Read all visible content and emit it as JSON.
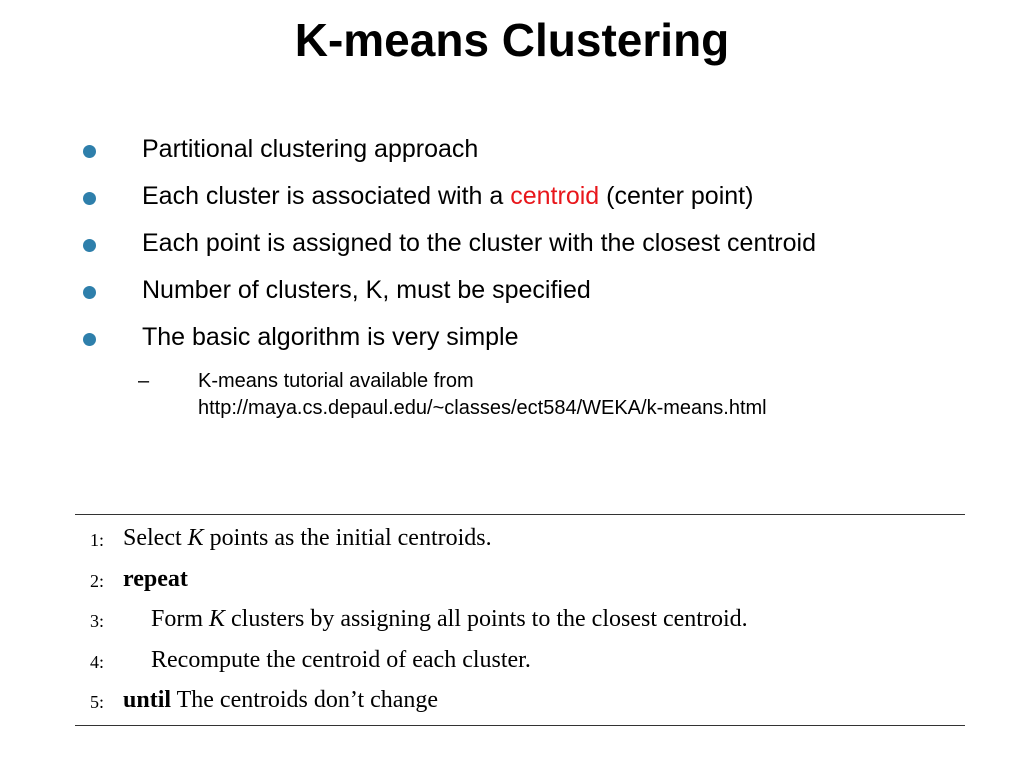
{
  "title": "K-means Clustering",
  "bullets": [
    {
      "text": "Partitional clustering approach"
    },
    {
      "pre": "Each cluster is associated with a ",
      "highlight": "centroid",
      "post": " (center point)"
    },
    {
      "text": "Each point is assigned to the cluster with the closest centroid"
    },
    {
      "text": "Number of clusters, K, must be specified"
    },
    {
      "text": "The basic algorithm is very simple"
    }
  ],
  "sub_bullet": {
    "dash": "–",
    "line1": "K-means tutorial available from",
    "line2": "http://maya.cs.depaul.edu/~classes/ect584/WEKA/k-means.html"
  },
  "algorithm": [
    {
      "num": "1:",
      "pre": "Select ",
      "var": "K",
      "post": " points as the initial centroids."
    },
    {
      "num": "2:",
      "keyword": "repeat"
    },
    {
      "num": "3:",
      "pre": "Form ",
      "var": "K",
      "post": " clusters by assigning all points to the closest centroid."
    },
    {
      "num": "4:",
      "text": "Recompute the centroid of each cluster."
    },
    {
      "num": "5:",
      "keyword": "until",
      "post": " The centroids don’t change"
    }
  ],
  "colors": {
    "bullet": "#2e7fab",
    "highlight": "#e8161b"
  }
}
